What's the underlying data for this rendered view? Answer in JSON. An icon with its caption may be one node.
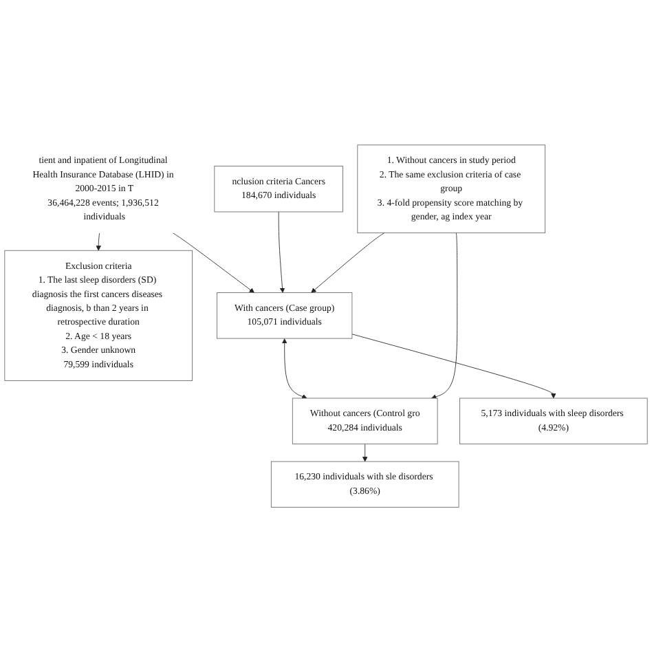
{
  "diagram": {
    "nodes": [
      {
        "text": [
          "tient and inpatient of Longitudinal Health Insurance Database (LHID) in 2000-2015 in T",
          "36,464,228 events; 1,936,512 individuals"
        ]
      },
      {
        "text": [
          "nclusion criteria Cancers",
          "184,670 individuals"
        ]
      },
      {
        "text": [
          "Exclusion criteria",
          "1. The last sleep disorders (SD) diagnosis the first cancers diseases diagnosis, b than 2 years in retrospective duration",
          "2. Age < 18 years",
          "3. Gender unknown",
          "79,599 individuals"
        ]
      },
      {
        "text": [
          "1. Without cancers in study period",
          "2. The same exclusion criteria of case group",
          "3. 4-fold propensity score matching by gender, ag index year"
        ]
      },
      {
        "text": [
          "With cancers (Case group)",
          "105,071 individuals"
        ]
      },
      {
        "text": [
          "Without cancers (Control gro",
          "420,284 individuals"
        ]
      },
      {
        "text": [
          "5,173 individuals with sleep disorders (4.92%)"
        ]
      },
      {
        "text": [
          "16,230 individuals with sle disorders (3.86%)"
        ]
      }
    ],
    "edges": [
      {
        "from": 0,
        "to": 4,
        "arrow": "to"
      },
      {
        "from": 1,
        "to": 4,
        "arrow": "to"
      },
      {
        "from": 0,
        "to": 2,
        "arrow": "to"
      },
      {
        "from": 4,
        "to": 5,
        "arrow": "both"
      },
      {
        "from": 3,
        "to": 4,
        "arrow": "to"
      },
      {
        "from": 3,
        "to": 5,
        "arrow": "to"
      },
      {
        "from": 4,
        "to": 6,
        "arrow": "to"
      },
      {
        "from": 5,
        "to": 7,
        "arrow": "to"
      }
    ]
  }
}
